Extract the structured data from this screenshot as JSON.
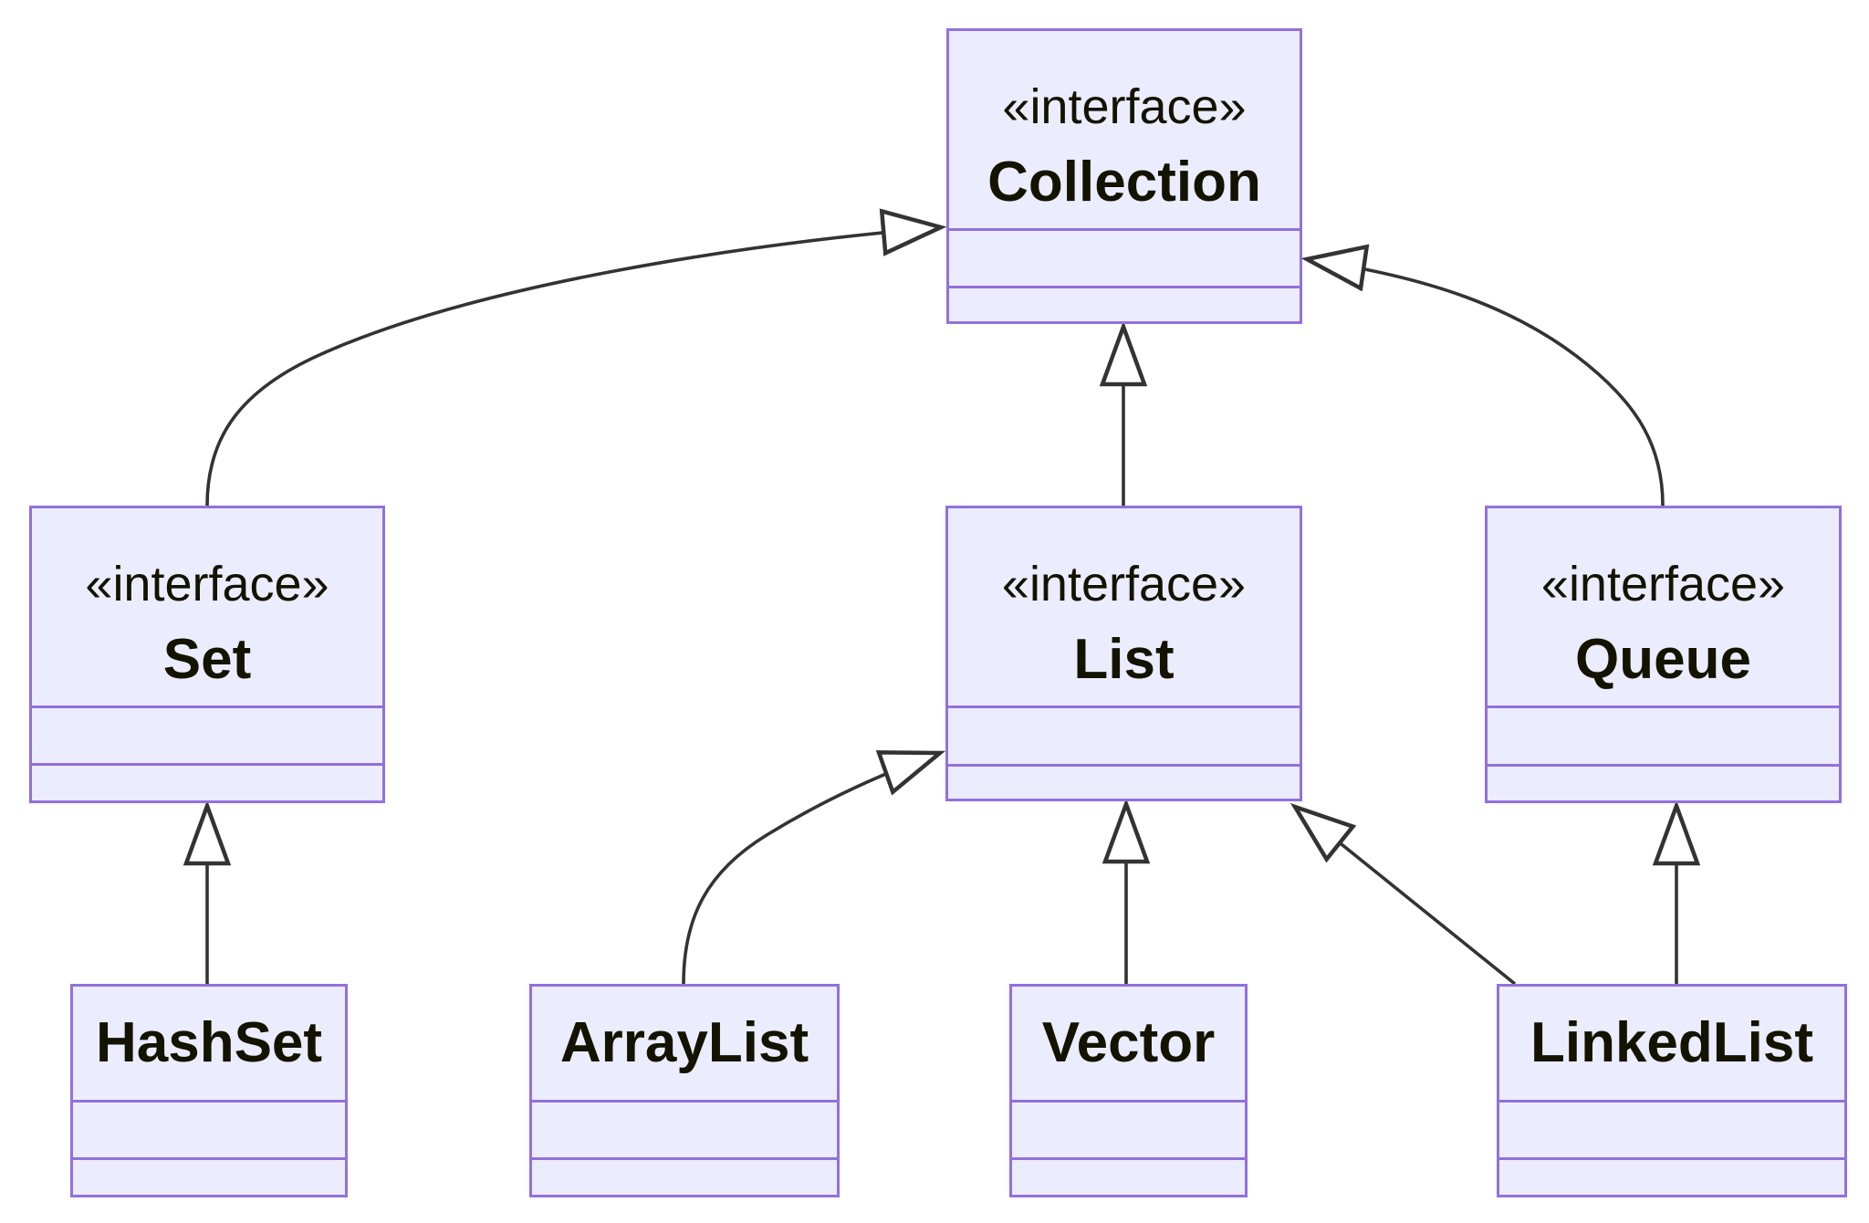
{
  "diagram": {
    "type": "uml-class-diagram",
    "background": "#ffffff",
    "colors": {
      "node_fill": "#ECECFF",
      "node_border": "#9370DB",
      "edge_stroke": "#333333",
      "arrowhead_fill": "#ffffff",
      "text": "#131300"
    },
    "nodes": [
      {
        "id": "collection",
        "annotation": "«interface»",
        "name": "Collection",
        "attributes": [],
        "methods": []
      },
      {
        "id": "set",
        "annotation": "«interface»",
        "name": "Set",
        "attributes": [],
        "methods": []
      },
      {
        "id": "list",
        "annotation": "«interface»",
        "name": "List",
        "attributes": [],
        "methods": []
      },
      {
        "id": "queue",
        "annotation": "«interface»",
        "name": "Queue",
        "attributes": [],
        "methods": []
      },
      {
        "id": "hashset",
        "name": "HashSet",
        "attributes": [],
        "methods": []
      },
      {
        "id": "arraylist",
        "name": "ArrayList",
        "attributes": [],
        "methods": []
      },
      {
        "id": "vector",
        "name": "Vector",
        "attributes": [],
        "methods": []
      },
      {
        "id": "linkedlist",
        "name": "LinkedList",
        "attributes": [],
        "methods": []
      }
    ],
    "edges": [
      {
        "from": "Set",
        "to": "Collection",
        "type": "inheritance",
        "arrow": "hollow-triangle"
      },
      {
        "from": "List",
        "to": "Collection",
        "type": "inheritance",
        "arrow": "hollow-triangle"
      },
      {
        "from": "Queue",
        "to": "Collection",
        "type": "inheritance",
        "arrow": "hollow-triangle"
      },
      {
        "from": "HashSet",
        "to": "Set",
        "type": "inheritance",
        "arrow": "hollow-triangle"
      },
      {
        "from": "ArrayList",
        "to": "List",
        "type": "inheritance",
        "arrow": "hollow-triangle"
      },
      {
        "from": "Vector",
        "to": "List",
        "type": "inheritance",
        "arrow": "hollow-triangle"
      },
      {
        "from": "LinkedList",
        "to": "List",
        "type": "inheritance",
        "arrow": "hollow-triangle"
      },
      {
        "from": "LinkedList",
        "to": "Queue",
        "type": "inheritance",
        "arrow": "hollow-triangle"
      }
    ]
  }
}
